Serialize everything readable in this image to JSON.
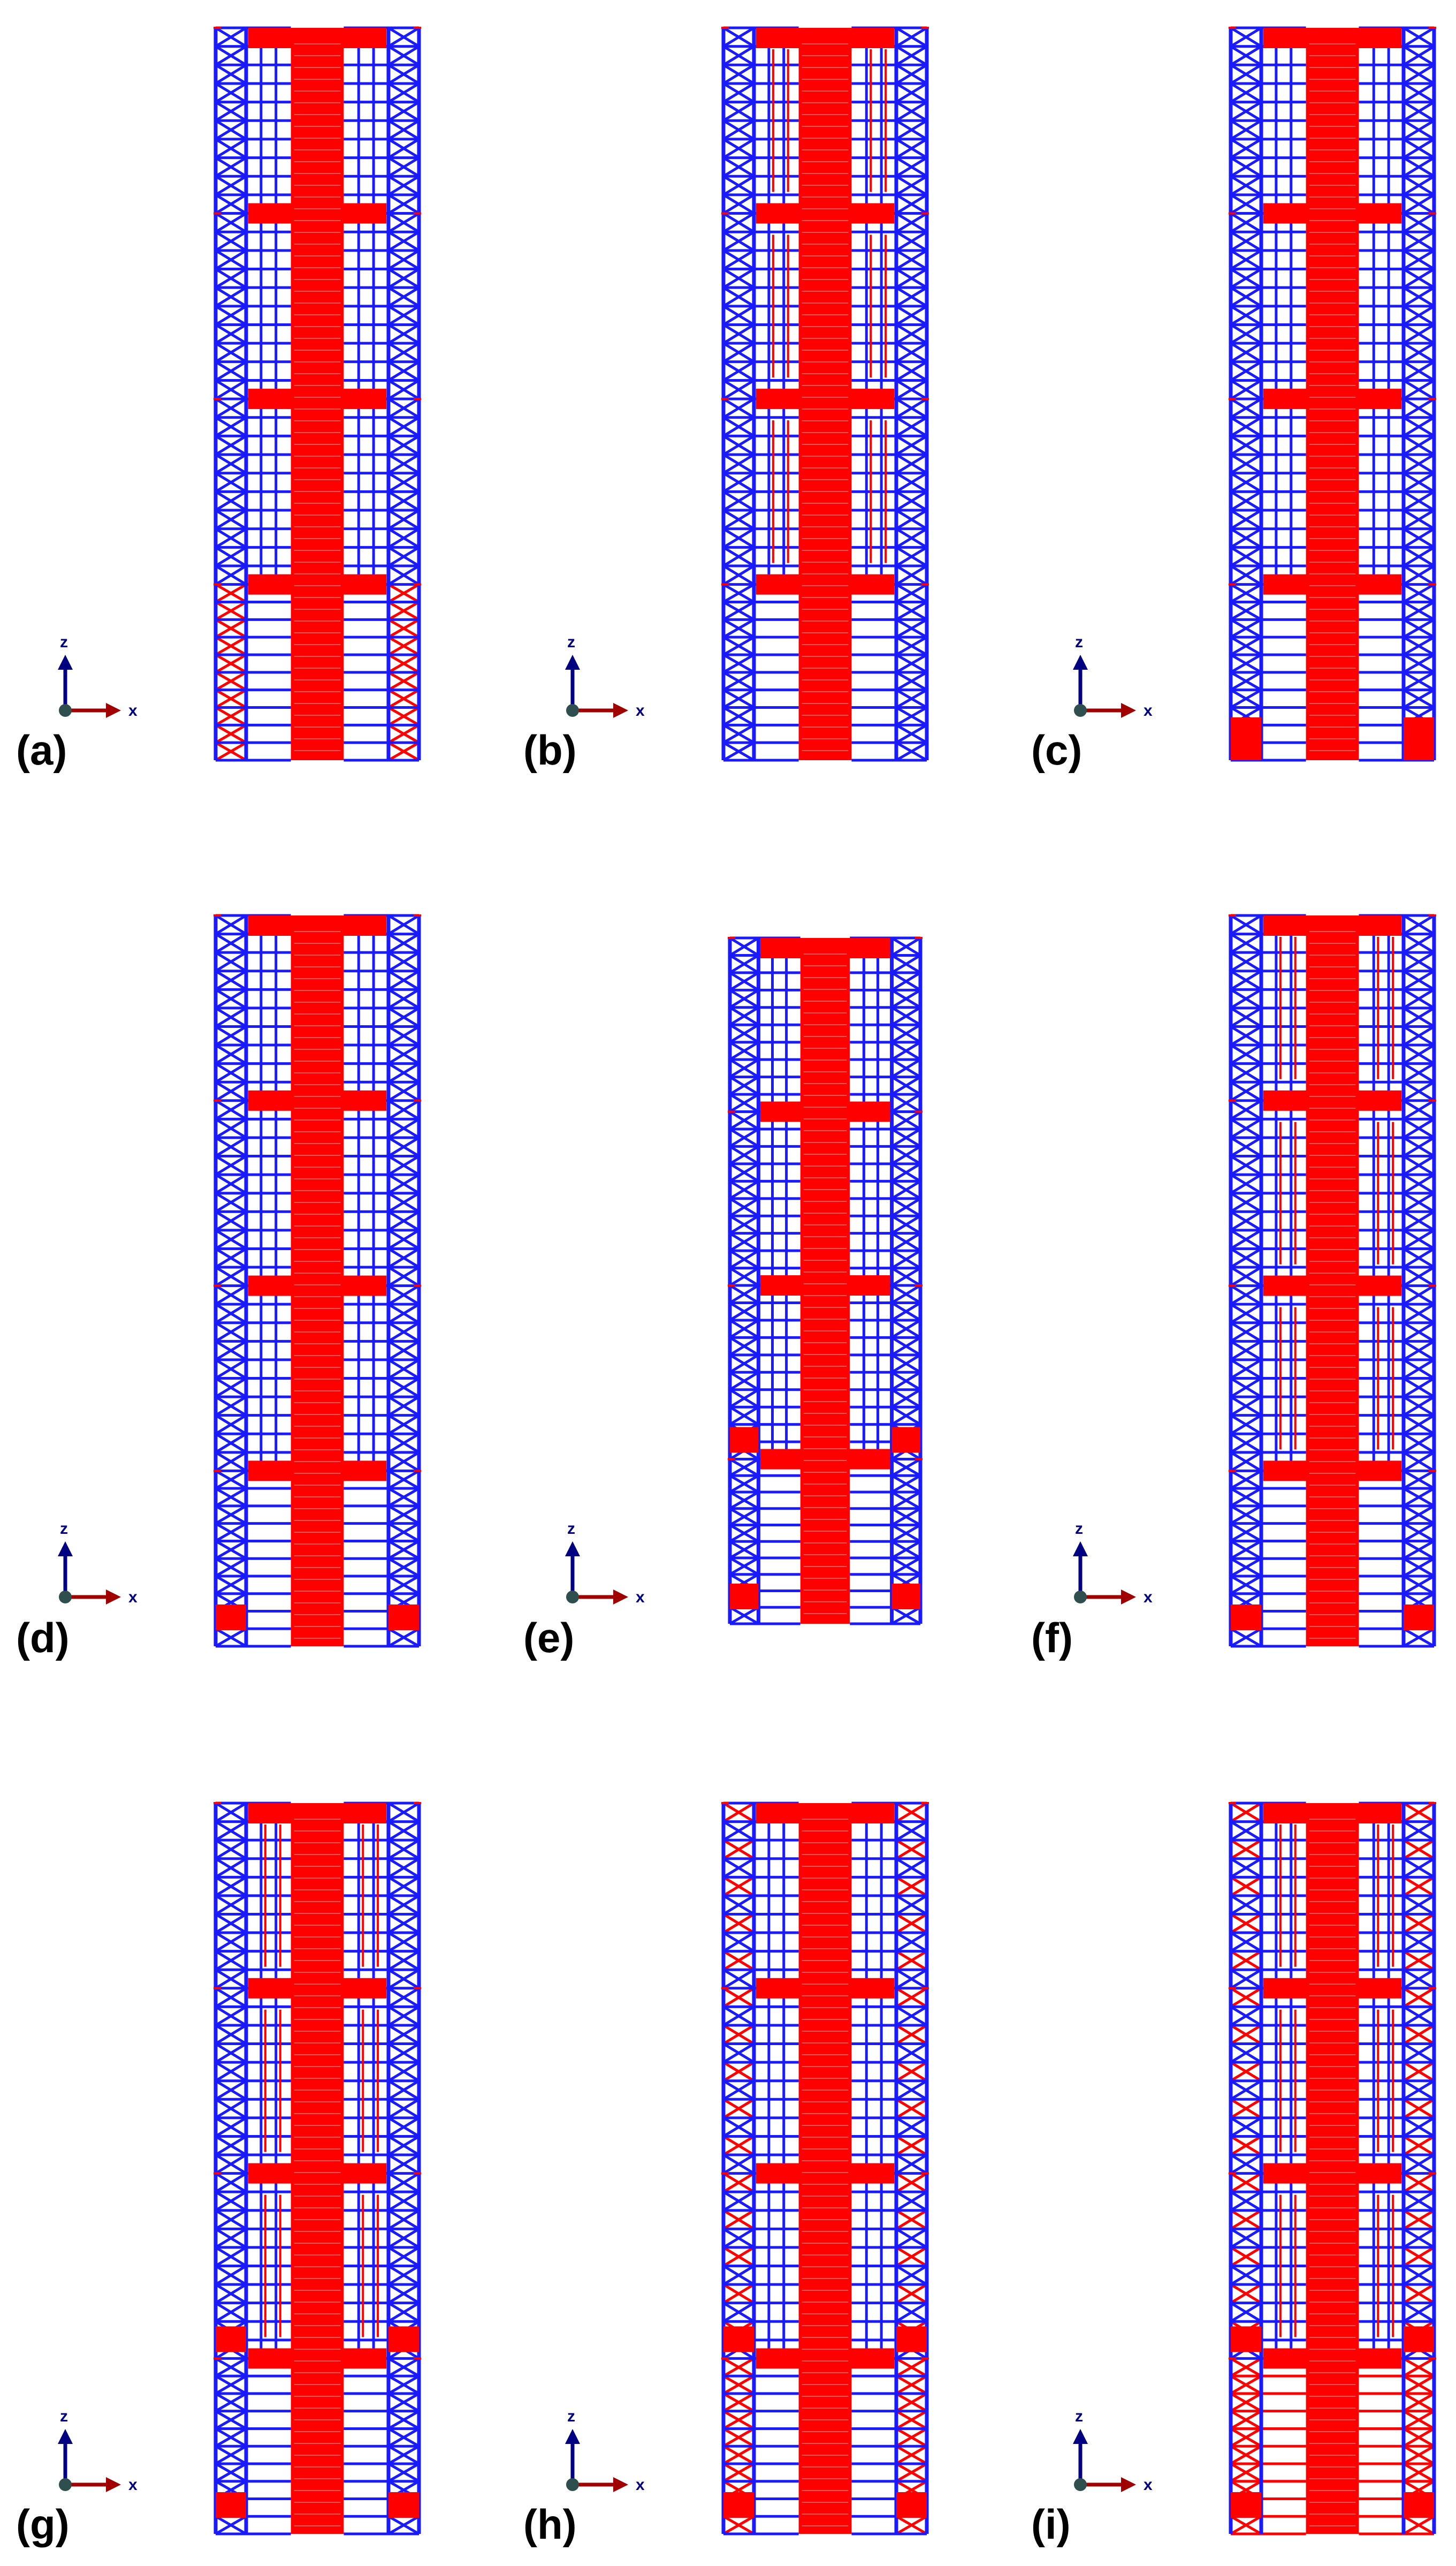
{
  "figure": {
    "panels": [
      {
        "label": "(a)",
        "variant": "a"
      },
      {
        "label": "(b)",
        "variant": "b"
      },
      {
        "label": "(c)",
        "variant": "c"
      },
      {
        "label": "(d)",
        "variant": "d"
      },
      {
        "label": "(e)",
        "variant": "e"
      },
      {
        "label": "(f)",
        "variant": "f"
      },
      {
        "label": "(g)",
        "variant": "g"
      },
      {
        "label": "(h)",
        "variant": "h"
      },
      {
        "label": "(i)",
        "variant": "i"
      }
    ],
    "axis_labels": {
      "vertical": "z",
      "horizontal": "x"
    }
  },
  "colors": {
    "frame": "#1a1aff",
    "highlight": "#ff0000",
    "axis_z": "#000080",
    "axis_x": "#a00000",
    "origin": "#2f4f4f"
  },
  "icons": {
    "axis_triad": "coordinate-axes-icon"
  }
}
